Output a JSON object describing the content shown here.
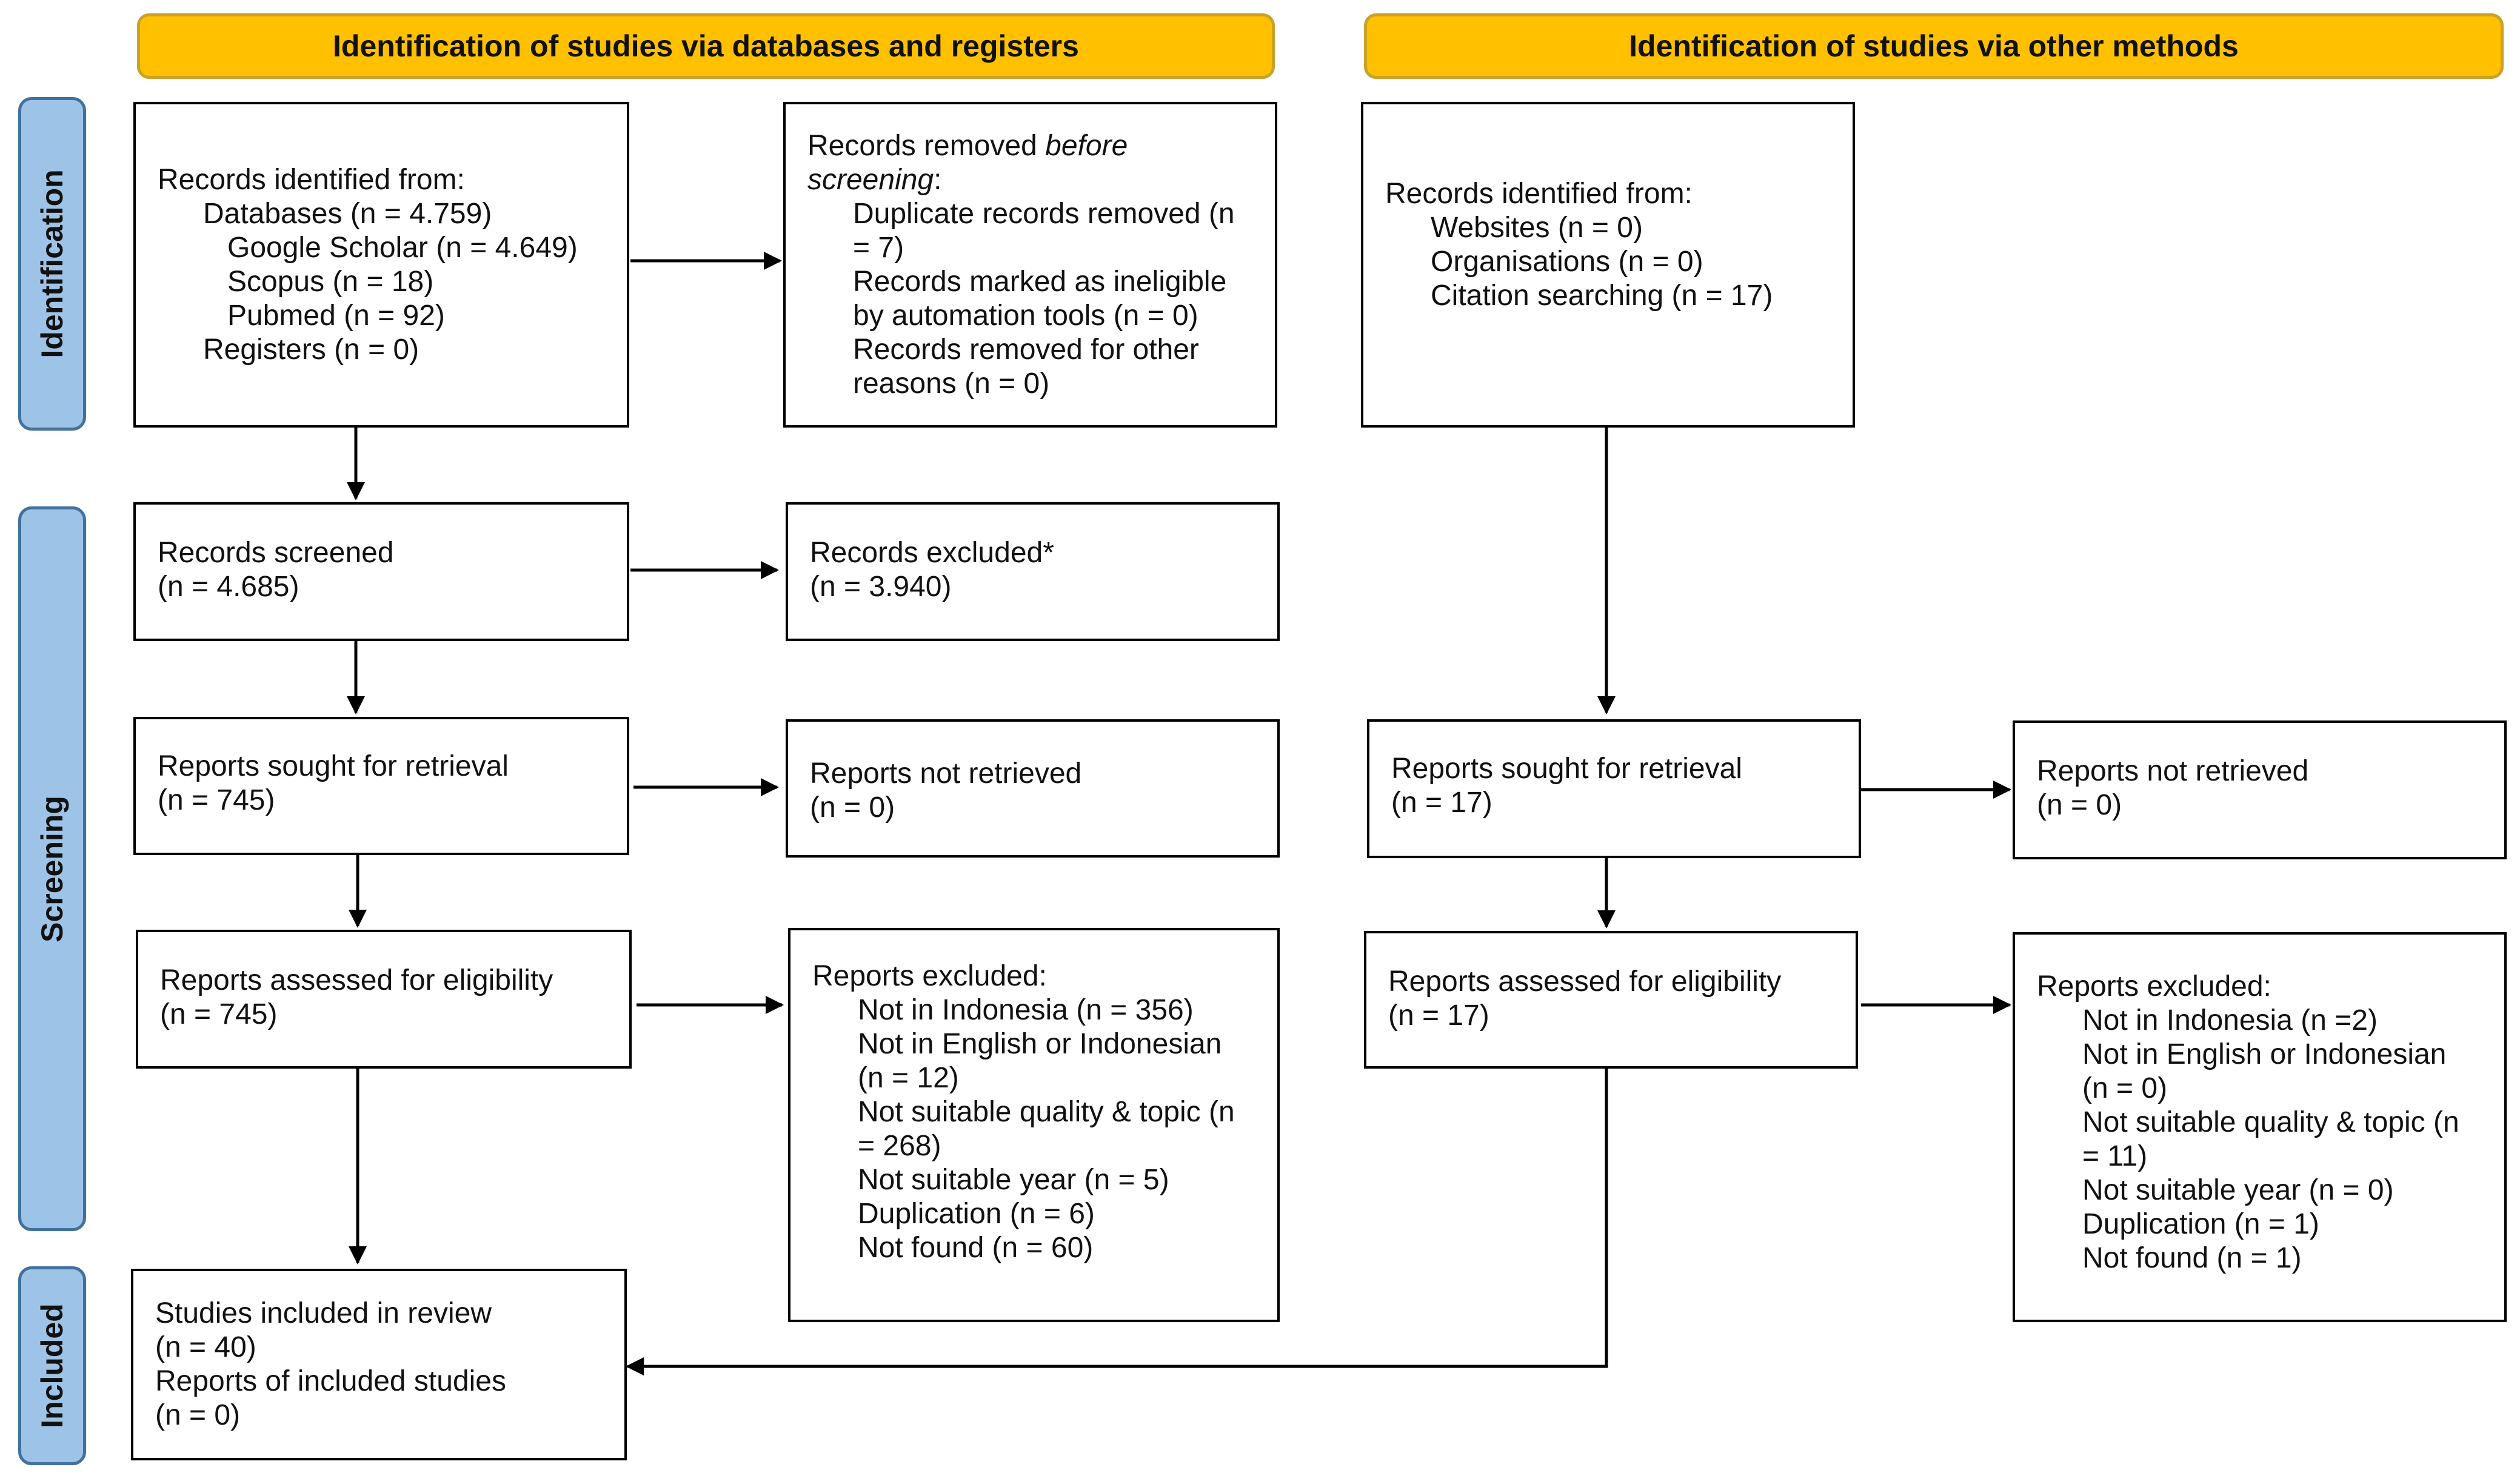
{
  "headers": {
    "databases": "Identification of studies via databases and registers",
    "other": "Identification of studies via other methods"
  },
  "phases": {
    "identification": "Identification",
    "screening": "Screening",
    "included": "Included"
  },
  "db": {
    "identified": {
      "title": "Records identified from:",
      "databases": "Databases (n = 4.759)",
      "google": "Google Scholar (n = 4.649)",
      "scopus": "Scopus (n = 18)",
      "pubmed": "Pubmed (n = 92)",
      "registers": "Registers (n = 0)"
    },
    "removed": {
      "title_pre": "Records removed ",
      "title_em": "before",
      "title_em2": "screening",
      "title_post": ":",
      "dup_a": "Duplicate records removed (n",
      "dup_b": "= 7)",
      "inel_a": "Records marked as ineligible",
      "inel_b": "by automation tools (n = 0)",
      "other_a": "Records removed for other",
      "other_b": "reasons (n = 0)"
    },
    "screened": {
      "title": "Records screened",
      "n": "(n = 4.685)"
    },
    "excluded": {
      "title": "Records excluded*",
      "n": "(n = 3.940)"
    },
    "sought": {
      "title": "Reports sought for retrieval",
      "n": "(n = 745)"
    },
    "not_retrieved": {
      "title": "Reports not retrieved",
      "n": "(n = 0)"
    },
    "assessed": {
      "title": "Reports assessed for eligibility",
      "n": "(n = 745)"
    },
    "reports_excluded": {
      "title": "Reports excluded:",
      "l1": "Not in Indonesia (n = 356)",
      "l2": "Not in English or Indonesian",
      "l3": "(n = 12)",
      "l4": "Not suitable quality & topic (n",
      "l5": "= 268)",
      "l6": "Not suitable year (n = 5)",
      "l7": "Duplication (n = 6)",
      "l8": "Not found (n = 60)"
    },
    "included": {
      "l1": "Studies included in review",
      "l2": "(n = 40)",
      "l3": "Reports of included studies",
      "l4": "(n = 0)"
    }
  },
  "other": {
    "identified": {
      "title": "Records identified from:",
      "websites": "Websites (n = 0)",
      "orgs": "Organisations (n = 0)",
      "citation": "Citation searching (n = 17)"
    },
    "sought": {
      "title": "Reports sought for retrieval",
      "n": "(n = 17)"
    },
    "not_retrieved": {
      "title": "Reports not retrieved",
      "n": "(n = 0)"
    },
    "assessed": {
      "title": "Reports assessed for eligibility",
      "n": "(n = 17)"
    },
    "reports_excluded": {
      "title": "Reports excluded:",
      "l1": "Not in Indonesia (n =2)",
      "l2": "Not in English or Indonesian",
      "l3": "(n = 0)",
      "l4": "Not suitable quality & topic (n",
      "l5": "= 11)",
      "l6": "Not suitable year (n = 0)",
      "l7": "Duplication (n = 1)",
      "l8": "Not found (n = 1)"
    }
  }
}
